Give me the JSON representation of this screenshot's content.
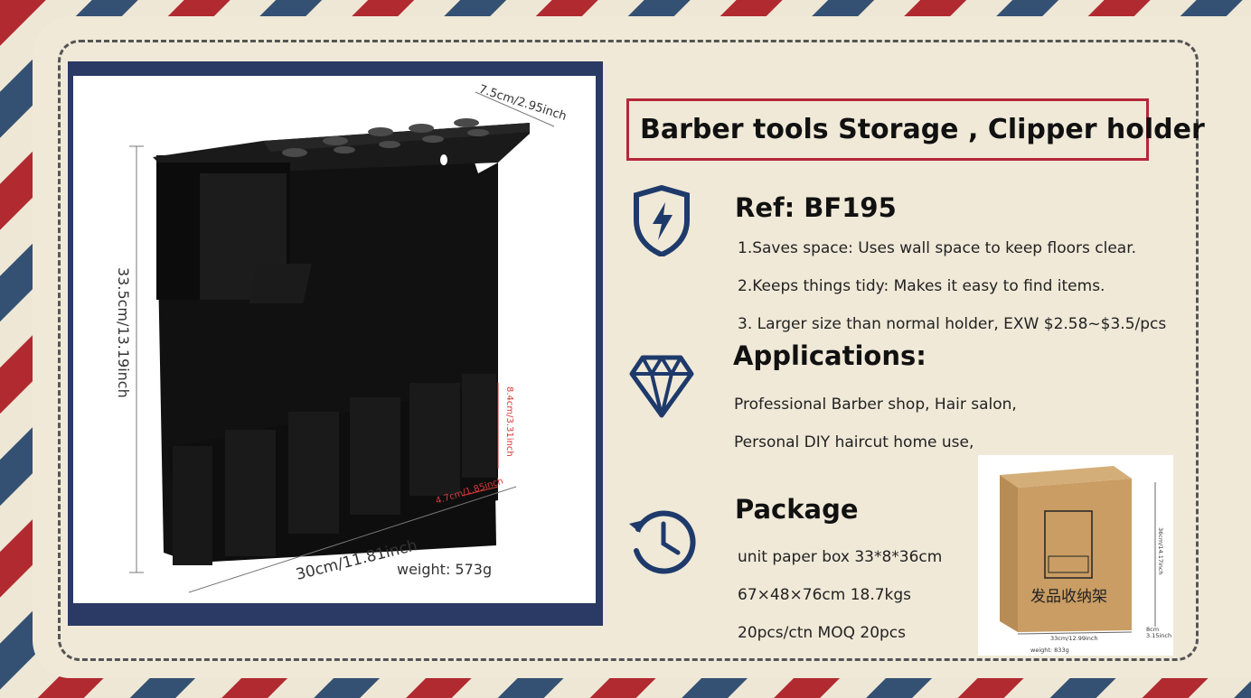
{
  "product": {
    "title": "Barber tools Storage , Clipper holder",
    "ref": "Ref: BF195",
    "features": [
      "1.Saves space: Uses wall space to keep floors clear.",
      "2.Keeps things tidy:  Makes it easy to find items.",
      "3. Larger size than normal holder,  EXW $2.58~$3.5/pcs"
    ]
  },
  "applications": {
    "heading": "Applications:",
    "lines": [
      "Professional Barber shop, Hair salon,",
      "Personal DIY haircut home use,"
    ]
  },
  "package": {
    "heading": "Package",
    "lines": [
      "unit paper box  33*8*36cm",
      "67×48×76cm     18.7kgs",
      "20pcs/ctn      MOQ 20pcs"
    ]
  },
  "photo_labels": {
    "top_depth": "7.5cm/2.95inch",
    "height": "33.5cm/13.19inch",
    "slot_height": "8.4cm/3.31inch",
    "slot_width": "4.7cm/1.85inch",
    "width": "30cm/11.81inch",
    "weight": "weight:  573g"
  },
  "box_labels": {
    "chinese": "发品收纳架",
    "height": "36cm/14.17inch",
    "width": "33cm/12.99inch",
    "depth_cm": "8cm",
    "depth_in": "3.15inch",
    "weight": "weight:  833g"
  },
  "icons": [
    "shield-lightning-icon",
    "diamond-icon",
    "clock-history-icon"
  ],
  "colors": {
    "navy": "#1e3a6b",
    "red_border": "#b5273a",
    "frame": "#2b3a64",
    "card": "#f0e9d8"
  }
}
